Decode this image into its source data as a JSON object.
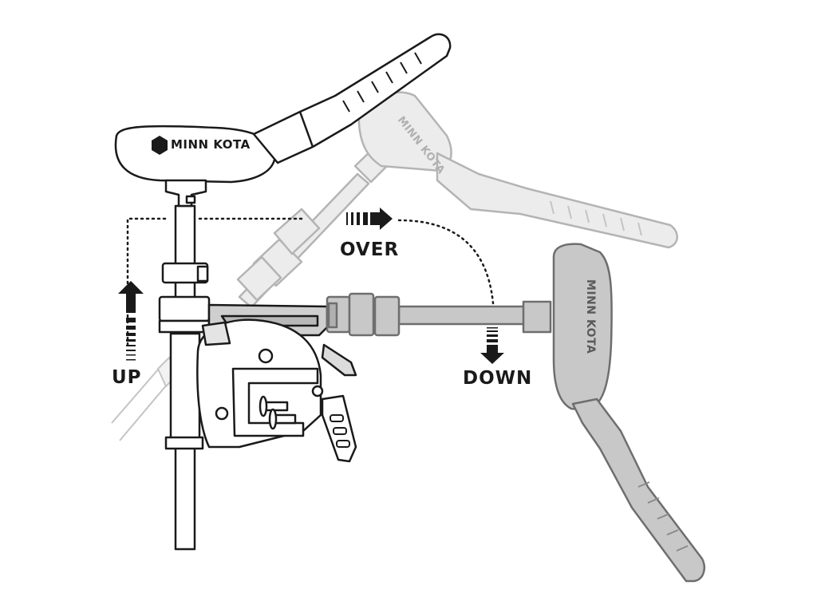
{
  "labels": {
    "up": "UP",
    "over": "OVER",
    "down": "DOWN"
  },
  "brand": {
    "main_head": "MINN KOTA",
    "ghost_head": "MINN KOTA",
    "down_head": "MINN KOTA"
  },
  "colors": {
    "stroke": "#1a1a1a",
    "ghost_stroke": "#b4b4b4",
    "ghost_fill": "#e6e6e6",
    "down_fill": "#c8c8c8",
    "down_stroke": "#6e6e6e",
    "arrow": "#1a1a1a"
  },
  "icons": {
    "up_arrow": "arrow-up-icon",
    "over_arrow": "arrow-right-icon",
    "down_arrow": "arrow-down-icon",
    "brand_logo": "minn-kota-logo-icon"
  }
}
